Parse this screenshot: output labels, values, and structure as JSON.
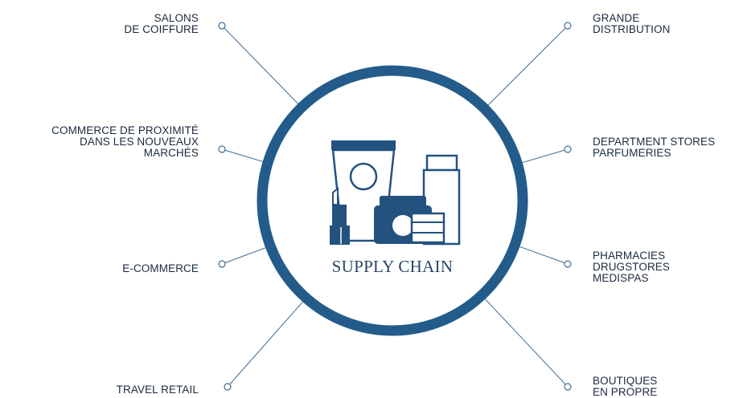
{
  "center": {
    "title": "SUPPLY CHAIN",
    "icon": "cosmetics-products-icon"
  },
  "colors": {
    "ring": "#235c8a",
    "line": "#3f6c92",
    "text": "#1c2a3e",
    "icon": "#23527f"
  },
  "channels": {
    "salons": [
      "SALONS",
      "DE COIFFURE"
    ],
    "proximite": [
      "COMMERCE DE PROXIMITÉ",
      "DANS LES NOUVEAUX",
      "MARCHÉS"
    ],
    "ecommerce": [
      "E-COMMERCE"
    ],
    "travel": [
      "TRAVEL RETAIL"
    ],
    "grande": [
      "GRANDE",
      "DISTRIBUTION"
    ],
    "department": [
      "DEPARTMENT STORES",
      "PARFUMERIES"
    ],
    "pharmacies": [
      "PHARMACIES",
      "DRUGSTORES",
      "MEDISPAS"
    ],
    "boutiques": [
      "BOUTIQUES",
      "EN PROPRE"
    ]
  }
}
